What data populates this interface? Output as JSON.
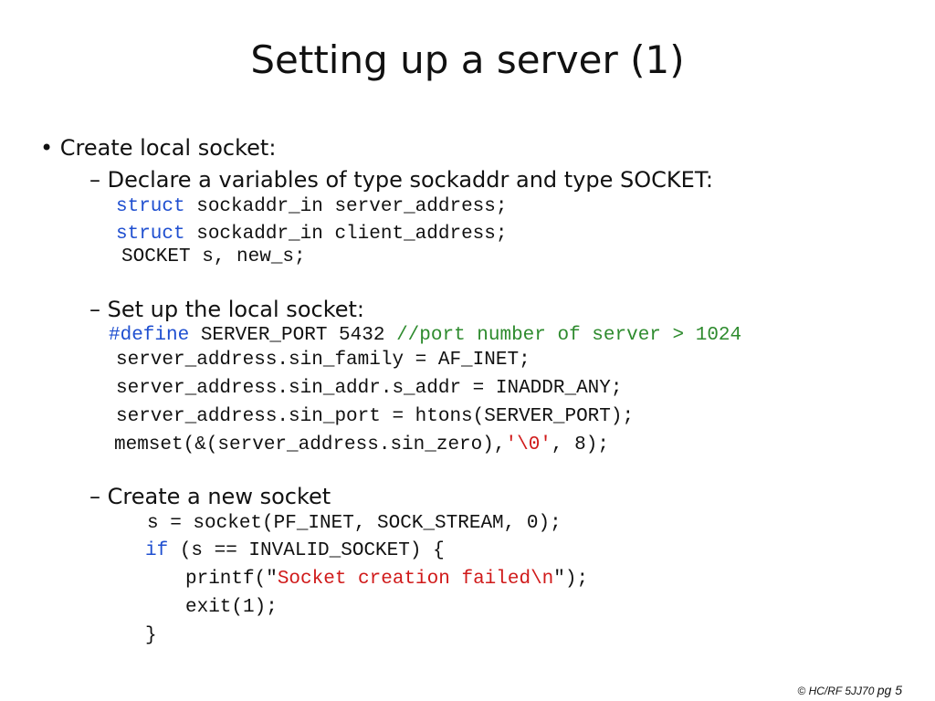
{
  "title": "Setting up a server (1)",
  "bullet1": {
    "marker": "•",
    "text": "Create local socket:"
  },
  "sub1": {
    "text": "– Declare a variables of type sockaddr and type SOCKET:"
  },
  "code1": {
    "l1_kw": "struct",
    "l1_rest": " sockaddr_in server_address;",
    "l2_kw": "struct",
    "l2_rest": " sockaddr_in client_address;",
    "l3": "SOCKET s, new_s;"
  },
  "sub2": {
    "text": "– Set up the local socket:"
  },
  "code2": {
    "l1_kw": "#define",
    "l1_mid": " SERVER_PORT 5432 ",
    "l1_comment": "//port number of server > 1024",
    "l2": "server_address.sin_family = AF_INET;",
    "l3": "server_address.sin_addr.s_addr = INADDR_ANY;",
    "l4": "server_address.sin_port = htons(SERVER_PORT);",
    "l5_a": "memset(&(server_address.sin_zero),",
    "l5_str": "'\\0'",
    "l5_b": ", 8);"
  },
  "sub3": {
    "text": "– Create a new socket"
  },
  "code3": {
    "l1": "s = socket(PF_INET, SOCK_STREAM, 0);",
    "l2_kw": "if",
    "l2_rest": " (s == INVALID_SOCKET) {",
    "l3_a": "printf(",
    "l3_q1": "\"",
    "l3_str": "Socket creation failed\\n",
    "l3_q2": "\"",
    "l3_b": ");",
    "l4": "exit(1);",
    "l5": "}"
  },
  "footer": {
    "text": "© HC/RF 5JJ70",
    "page": "pg 5"
  },
  "colors": {
    "keyword": "#1f4fd0",
    "comment": "#2e8b2e",
    "string": "#d01a1a"
  }
}
